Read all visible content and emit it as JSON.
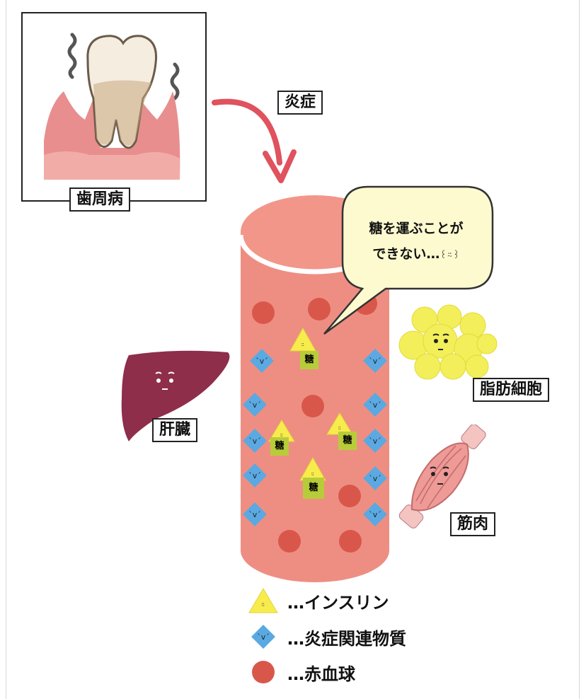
{
  "labels": {
    "periodontal": "歯周病",
    "inflammation": "炎症",
    "liver": "肝臓",
    "fat_cells": "脂肪細胞",
    "muscle": "筋肉"
  },
  "speech_bubble": {
    "line1": "糖を運ぶことが",
    "line2": "できない…",
    "emoticon": "꒰⍨꒱"
  },
  "insulin_sugar_label": "糖",
  "legend": [
    {
      "icon": "insulin-icon",
      "text": "…インスリン"
    },
    {
      "icon": "inflammatory-substance-icon",
      "text": "…炎症関連物質"
    },
    {
      "icon": "red-blood-cell-icon",
      "text": "…赤血球"
    }
  ],
  "colors": {
    "vessel": "#ee8e82",
    "vessel_top": "#f2968a",
    "red_cell": "#d9574a",
    "inflammatory": "#5aa9e2",
    "insulin": "#f7ec4c",
    "sugar": "#b8cc3a",
    "liver": "#8e2e4a",
    "fat": "#f2ef5a",
    "muscle": "#ee9a97",
    "bubble": "#fdfad0"
  }
}
